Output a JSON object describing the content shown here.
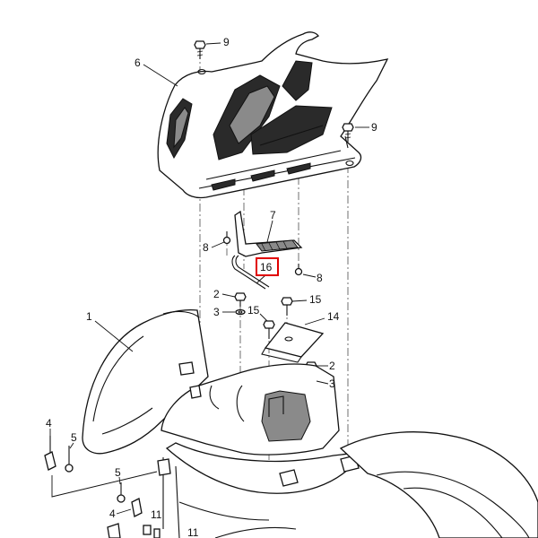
{
  "callouts": [
    {
      "id": "c1",
      "text": "1"
    },
    {
      "id": "c2a",
      "text": "2"
    },
    {
      "id": "c2b",
      "text": "2"
    },
    {
      "id": "c3a",
      "text": "3"
    },
    {
      "id": "c3b",
      "text": "3"
    },
    {
      "id": "c4a",
      "text": "4"
    },
    {
      "id": "c4b",
      "text": "4"
    },
    {
      "id": "c5a",
      "text": "5"
    },
    {
      "id": "c5b",
      "text": "5"
    },
    {
      "id": "c6",
      "text": "6"
    },
    {
      "id": "c7",
      "text": "7"
    },
    {
      "id": "c8a",
      "text": "8"
    },
    {
      "id": "c8b",
      "text": "8"
    },
    {
      "id": "c9a",
      "text": "9"
    },
    {
      "id": "c9b",
      "text": "9"
    },
    {
      "id": "c11a",
      "text": "11"
    },
    {
      "id": "c11b",
      "text": "11"
    },
    {
      "id": "c14",
      "text": "14"
    },
    {
      "id": "c15a",
      "text": "15"
    },
    {
      "id": "c15b",
      "text": "15"
    },
    {
      "id": "c16",
      "text": "16"
    }
  ],
  "highlight": {
    "callout": "16",
    "color": "#e00000"
  }
}
